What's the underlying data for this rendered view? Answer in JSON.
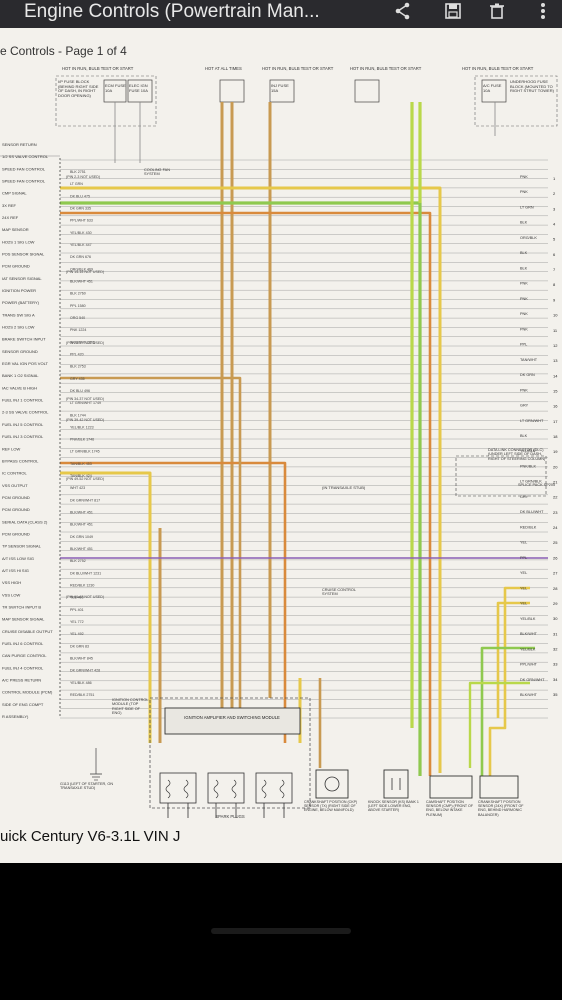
{
  "appbar": {
    "title": "Engine Controls (Powertrain Man...",
    "share_icon": "share-icon",
    "save_icon": "floppy-icon",
    "delete_icon": "trash-icon",
    "more_icon": "more-vert-icon"
  },
  "doc": {
    "page_title": "e Controls - Page 1 of 4",
    "caption": "uick Century V6-3.1L VIN J"
  },
  "diagram": {
    "headers": [
      "HOT IN RUN, BULB TEST OR START",
      "HOT AT ALL TIMES",
      "HOT IN RUN, BULB TEST OR START",
      "HOT IN RUN, BULB TEST OR START",
      "HOT IN RUN, BULB TEST OR START"
    ],
    "fuses": [
      "I/P FUSE BLOCK (BEHIND RIGHT SIDE OF DASH, IN RIGHT DOOR OPENING)",
      "ECM FUSE 10A",
      "ELEC IGN FUSE 10A",
      "INJ FUSE 15A",
      "A/C FUSE 10A",
      "UNDERHOOD FUSE BLOCK (MOUNTED TO RIGHT STRUT TOWER)"
    ],
    "left_labels": [
      "SENSOR RETURN",
      "1/2 SS VALVE CONTROL",
      "SPEED FAN CONTROL",
      "SPEED FAN CONTROL",
      "CMP SIGNAL",
      "3X REF",
      "24X REF",
      "MAP SENSOR",
      "HO2S 1 SIG LOW",
      "POS SENSOR SIGNAL",
      "PCM GROUND",
      "IAT SENSOR SIGNAL",
      "IGNITION POWER",
      "POWER (BATTERY)",
      "TRANS SW SIG A",
      "HO2S 2 SIG LOW",
      "BRAKE SWITCH INPUT",
      "SENSOR GROUND",
      "EGR VAL IGN POS VOLT",
      "BANK 1 O2 SIGNAL",
      "IAC VALVE B HIGH",
      "FUEL INJ 1 CONTROL",
      "2-3 SS VALVE CONTROL",
      "FUEL INJ 5 CONTROL",
      "FUEL INJ 3 CONTROL",
      "REF LOW",
      "BYPASS CONTROL",
      "IC CONTROL",
      "VSS OUTPUT",
      "PCM GROUND",
      "PCM GROUND",
      "SERIAL DATA (CLASS 2)",
      "PCM GROUND",
      "TP SENSOR SIGNAL",
      "A/T ISS LOW SIG",
      "A/T ISS HI SIG",
      "VSS HIGH",
      "VSS LOW",
      "TR SWITCH INPUT B",
      "MAP SENSOR SIGNAL",
      "CRUISE DISABLE OUTPUT",
      "FUEL INJ 6 CONTROL",
      "CAN PURGE CONTROL",
      "FUEL INJ 4 CONTROL",
      "A/C PRESS RETURN",
      "CONTROL MODULE (PCM)",
      "SIDE OF ENG COMPT",
      "R ASSEMBLY)"
    ],
    "wire_labels": [
      "BLK 2751",
      "LT GRN",
      "DK BLU 475",
      "DK GRN 335",
      "PPL/WHT 633",
      "YEL/BLK 430",
      "YEL/BLK 447",
      "DK GRN 676",
      "ORG/BLK 469",
      "BLK/WHT 451",
      "BLK 2760",
      "PPL 1580",
      "ORG 540",
      "PNK 1224",
      "TAN/WHT 1665",
      "PPL 420",
      "BLK 2753",
      "GRY 435",
      "DK BLU 496",
      "LT GRN/WHT 1749",
      "BLK 1744",
      "YEL/BLK 1223",
      "PNK/BLK 1746",
      "LT GRN/BLK 1745",
      "TAN/BLK 453",
      "TAN/BLK 424",
      "WHT 423",
      "DK GRN/WHT 817",
      "BLK/WHT 451",
      "BLK/WHT 451",
      "DK GRN 1049",
      "BLK/WHT 451",
      "BLK 2752",
      "DK BLU/WHT 1231",
      "RED/BLK 1230",
      "YEL 400",
      "PPL 401",
      "YEL 772",
      "YEL 492",
      "DK GRN 83",
      "BLK/WHT 845",
      "DK GRN/WHT 428",
      "YEL/BLK 486",
      "RED/BLK 2751"
    ],
    "pin_note_labels": [
      "(PIN 2-3 NOT USED)",
      "(PIN 14-15 NOT USED)",
      "(PIN 23-27 NOT USED)",
      "(PIN 34-37 NOT USED)",
      "(PIN 39-42 NOT USED)",
      "(PIN 49-52 NOT USED)",
      "(PIN 66-67 NOT USED)"
    ],
    "right_labels": [
      "PNK",
      "PNK",
      "LT GRN",
      "BLK",
      "ORG/BLK",
      "BLK",
      "BLK",
      "PNK",
      "PNK",
      "PNK",
      "PNK",
      "PPL",
      "TAN/WHT",
      "DK GRN",
      "PNK",
      "GRY",
      "LT GRN/WHT",
      "BLK",
      "YEL/BLK",
      "PNK/BLK",
      "LT GRN/BLK",
      "GRY",
      "DK BLU/WHT",
      "RED/BLK",
      "YEL",
      "PPL",
      "YEL",
      "YEL",
      "YEL",
      "YEL/BLK",
      "BLK/WHT",
      "YEL/BLK",
      "PPL/WHT",
      "DK GRN/WHT",
      "BLK/WHT"
    ],
    "pin_numbers": [
      "1",
      "2",
      "3",
      "4",
      "5",
      "6",
      "7",
      "8",
      "9",
      "10",
      "11",
      "12",
      "13",
      "14",
      "15",
      "16",
      "17",
      "18",
      "19",
      "20",
      "21",
      "22",
      "23",
      "24",
      "25",
      "26",
      "27",
      "28",
      "29",
      "30",
      "31",
      "32",
      "33",
      "34",
      "35"
    ],
    "dlc_label": "DATA LINK CONNECTOR (DLC) (UNDER LEFT SIDE OF DASH, RIGHT OF STEERING COLUMN)",
    "splice_label": "SPLICE PACK SP205",
    "stub_label": "(IN TRANSAXLE STUB)",
    "cruise_label": "CRUISE CONTROL SYSTEM",
    "cooling_label": "COOLING FAN SYSTEM",
    "g113_label": "G113 (LEFT OF STARTER, ON TRANSAXLE STUD)",
    "ign_module_label": "IGNITION CONTROL MODULE (TOP RIGHT SIDE OF ENG)",
    "ign_amp_label": "IGNITION AMPLIFIER AND SWITCHING MODULE",
    "spark_plugs_label": "SPARK PLUGS",
    "ckp_label": "CRANKSHAFT POSITION (CKP) SENSOR (7X) (RIGHT SIDE OF ENGINE, BELOW MANIFOLD)",
    "ks_label": "KNOCK SENSOR (KS) BANK 1 (LEFT SIDE LOWER ENG, ABOVE STARTER)",
    "cmp_label": "CAMSHAFT POSITION SENSOR (CMP) (FRONT OF ENG, BELOW INTAKE PLENUM)",
    "cmp2_label": "CRANKSHAFT POSITION SENSOR (24X) (FRONT OF ENG, BEHIND HARMONIC BALANCER)"
  }
}
